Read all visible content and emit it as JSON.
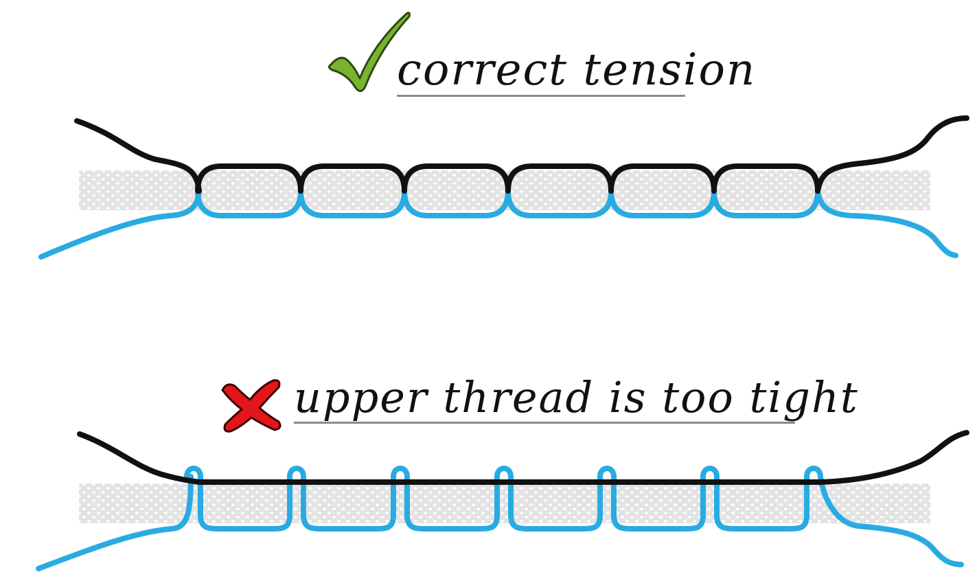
{
  "panels": [
    {
      "status": "correct",
      "caption": "correct tension",
      "icon": "check-icon",
      "stitch_count": 7
    },
    {
      "status": "incorrect",
      "caption": "upper thread is too tight",
      "icon": "cross-icon",
      "stitch_count": 7
    }
  ],
  "colors": {
    "upper_thread": "#111111",
    "lower_thread": "#29abe2",
    "fabric": "#e3e3e3",
    "fabric_dots": "#ffffff",
    "check": "#7ab42f",
    "cross": "#e3161b",
    "underline": "#8a8a8a"
  }
}
